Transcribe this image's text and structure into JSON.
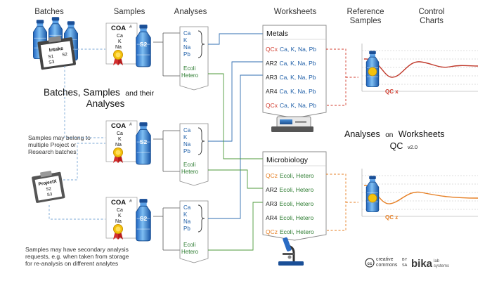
{
  "headers": {
    "batches": "Batches",
    "samples": "Samples",
    "analyses": "Analyses",
    "worksheets": "Worksheets",
    "reference_samples": [
      "Reference",
      "Samples"
    ],
    "control_charts": [
      "Control",
      "Charts"
    ]
  },
  "batch_clipboard": {
    "title": "Intake",
    "labels": [
      "S1",
      "S2",
      "S3"
    ]
  },
  "project_clipboard": {
    "title": "ProjectX",
    "labels": [
      "S2",
      "S3"
    ]
  },
  "coa": {
    "title": "COA",
    "hash": "#",
    "elements": [
      "Ca",
      "K",
      "Na"
    ]
  },
  "sample_bottle_label": "S2",
  "analyses_lists": [
    {
      "chem": [
        "Ca",
        "K",
        "Na",
        "Pb"
      ],
      "micro": [
        "Ecoli",
        "Hetero"
      ]
    },
    {
      "chem": [
        "Ca",
        "K",
        "Na",
        "Pb"
      ],
      "micro": [
        "Ecoli",
        "Hetero"
      ]
    },
    {
      "chem": [
        "Ca",
        "K",
        "Na",
        "Pb"
      ],
      "micro": [
        "Ecoli",
        "Hetero"
      ]
    }
  ],
  "caption_main": {
    "line1_a": "Batches, Samples",
    "line1_b": "and their",
    "line2": "Analyses"
  },
  "note_project": [
    "Samples may belong to",
    "multiple Project or",
    "Research batches"
  ],
  "note_secondary": [
    "Samples may have secondary analysis",
    "requests, e.g. when taken from storage",
    "for re-analysis on different analytes"
  ],
  "worksheet_metals": {
    "title": "Metals",
    "rows": [
      {
        "prefix": "QCx",
        "text": "Ca, K, Na, Pb",
        "prefix_color": "#d0392b"
      },
      {
        "prefix": "AR2",
        "text": "Ca, K, Na, Pb",
        "prefix_color": "#222222"
      },
      {
        "prefix": "AR3",
        "text": "Ca, K, Na, Pb",
        "prefix_color": "#222222"
      },
      {
        "prefix": "AR4",
        "text": "Ca, K, Na, Pb",
        "prefix_color": "#222222"
      },
      {
        "prefix": "QCx",
        "text": "Ca, K, Na, Pb",
        "prefix_color": "#d0392b"
      }
    ]
  },
  "worksheet_micro": {
    "title": "Microbiology",
    "rows": [
      {
        "prefix": "QCz",
        "text": "Ecoli, Hetero",
        "prefix_color": "#e67e22"
      },
      {
        "prefix": "AR2",
        "text": "Ecoli, Hetero",
        "prefix_color": "#222222"
      },
      {
        "prefix": "AR3",
        "text": "Ecoli, Hetero",
        "prefix_color": "#222222"
      },
      {
        "prefix": "AR4",
        "text": "Ecoli, Hetero",
        "prefix_color": "#222222"
      },
      {
        "prefix": "QCz",
        "text": "Ecoli, Hetero",
        "prefix_color": "#e67e22"
      }
    ]
  },
  "caption_worksheets": {
    "line1_a": "Analyses",
    "line1_b": "on",
    "line1_c": "Worksheets",
    "line2": "QC",
    "version": "v2.0"
  },
  "qc_labels": {
    "top": "QC x",
    "bottom": "QC z"
  },
  "footer": {
    "cc_line1": "creative",
    "cc_line2": "commons",
    "cc_by": "BY",
    "cc_sa": "SA",
    "bika": "bika",
    "bika_sub1": "lab",
    "bika_sub2": "systems"
  },
  "colors": {
    "analysis_blue": "#1f5fa8",
    "analysis_green": "#2e7d32",
    "link_blue": "#2f6db0",
    "link_green": "#4c9a3a",
    "qc_red": "#d0392b",
    "qc_orange": "#e67e22",
    "bottle_blue": "#2f7fd8"
  }
}
